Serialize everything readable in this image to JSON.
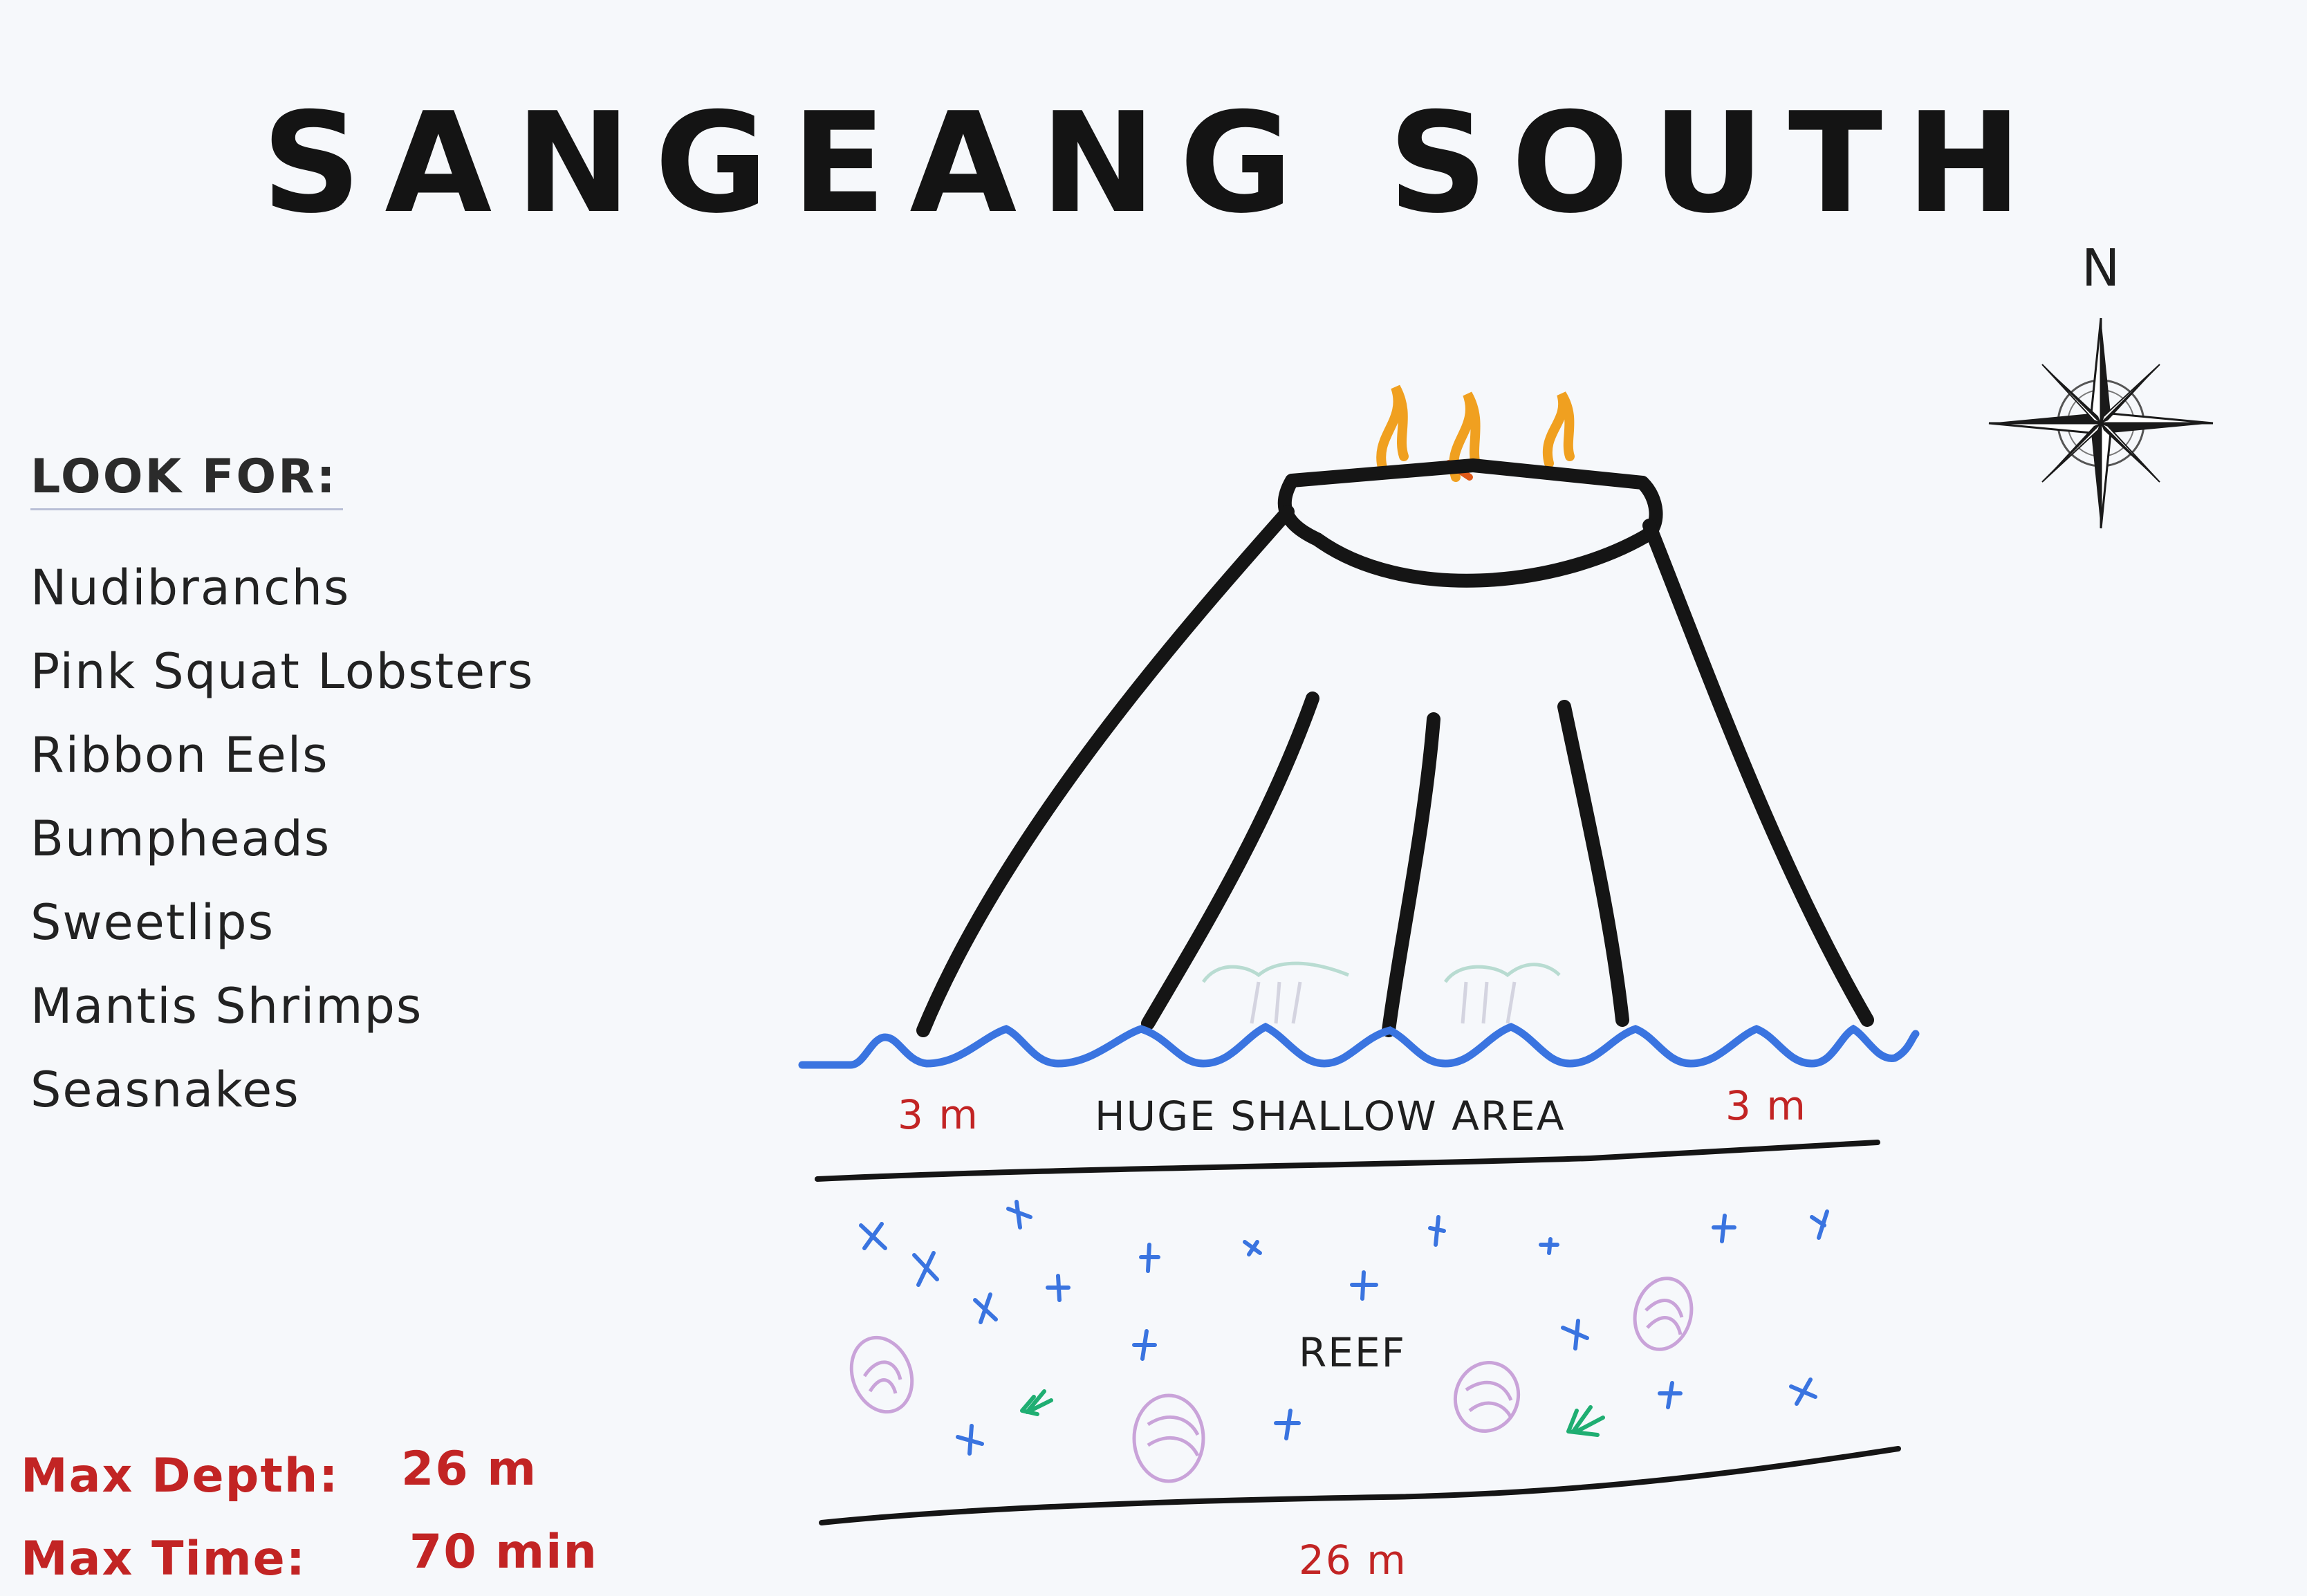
{
  "title": "SANGEANG SOUTH",
  "look_for": {
    "heading": "LOOK FOR:",
    "items": [
      "Nudibranchs",
      "Pink Squat Lobsters",
      "Ribbon Eels",
      "Bumpheads",
      "Sweetlips",
      "Mantis Shrimps",
      "Seasnakes"
    ]
  },
  "stats": {
    "max_depth_label": "Max Depth:",
    "max_depth_value": "26 m",
    "max_time_label": "Max Time:",
    "max_time_value": "70 min"
  },
  "map": {
    "compass_label": "N",
    "shallow_area_label": "HUGE SHALLOW AREA",
    "shallow_depth_left": "3 m",
    "shallow_depth_right": "3 m",
    "reef_label": "REEF",
    "reef_bottom_depth": "26 m"
  },
  "colors": {
    "depth_red": "#c22424",
    "water_blue": "#3a74e0",
    "coral_purple": "#c9a3d9",
    "coral_green": "#1fae72",
    "flame_orange": "#f0a020"
  }
}
